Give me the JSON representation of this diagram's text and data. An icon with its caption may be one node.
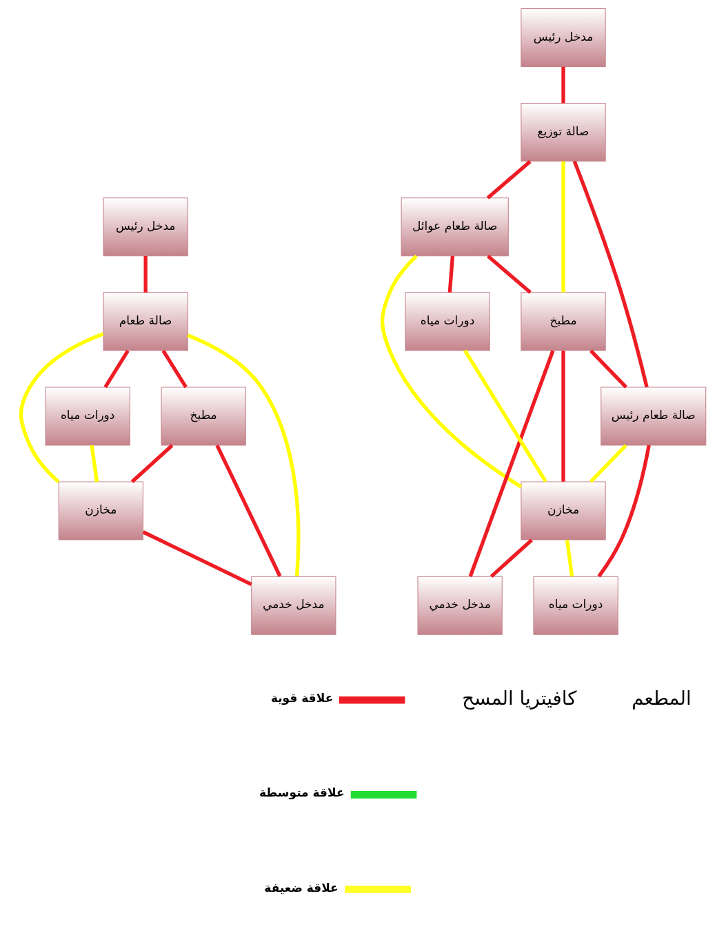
{
  "diagram": {
    "nodes": [
      {
        "text": [
          "مدخل رئيس"
        ]
      },
      {
        "text": [
          "صالة طعام"
        ]
      },
      {
        "text": [
          "دورات مياه"
        ]
      },
      {
        "text": [
          "مطبخ"
        ]
      },
      {
        "text": [
          "مخازن"
        ]
      },
      {
        "text": [
          "مدخل خدمي"
        ]
      },
      {
        "text": [
          "مدخل رئيس"
        ]
      },
      {
        "text": [
          "صالة توزيع"
        ]
      },
      {
        "text": [
          "صالة طعام عوائل"
        ]
      },
      {
        "text": [
          "مطبخ"
        ]
      },
      {
        "text": [
          "صالة طعام رئيس"
        ]
      },
      {
        "text": [
          "دورات مياه"
        ]
      },
      {
        "text": [
          "مخازن"
        ]
      },
      {
        "text": [
          "دورات مياه"
        ]
      },
      {
        "text": [
          "مدخل خدمي"
        ]
      }
    ],
    "edges": [
      {
        "from": 0,
        "to": 1,
        "arrow": "none"
      },
      {
        "from": 1,
        "to": 3,
        "arrow": "none"
      },
      {
        "from": 1,
        "to": 2,
        "arrow": "none"
      },
      {
        "from": 1,
        "to": 4,
        "arrow": "none",
        "color": "#ffff00"
      },
      {
        "from": 1,
        "to": 5,
        "arrow": "none",
        "color": "#ffff00"
      },
      {
        "from": 2,
        "to": 4,
        "arrow": "none",
        "color": "#ffff00"
      },
      {
        "from": 3,
        "to": 4,
        "arrow": "none"
      },
      {
        "from": 3,
        "to": 5,
        "arrow": "none"
      },
      {
        "from": 4,
        "to": 5,
        "arrow": "none"
      },
      {
        "from": 6,
        "to": 7,
        "arrow": "none"
      },
      {
        "from": 7,
        "to": 8,
        "arrow": "none"
      },
      {
        "from": 7,
        "to": 9,
        "arrow": "none",
        "color": "#ffff00"
      },
      {
        "from": 7,
        "to": 10,
        "arrow": "none"
      },
      {
        "from": 8,
        "to": 9,
        "arrow": "none"
      },
      {
        "from": 9,
        "to": 10,
        "arrow": "none"
      },
      {
        "from": 8,
        "to": 11,
        "arrow": "none"
      },
      {
        "from": 8,
        "to": 12,
        "arrow": "none",
        "color": "#ffff00"
      },
      {
        "from": 9,
        "to": 12,
        "arrow": "none"
      },
      {
        "from": 10,
        "to": 12,
        "arrow": "none",
        "color": "#ffff00"
      },
      {
        "from": 10,
        "to": 13,
        "arrow": "none"
      },
      {
        "from": 11,
        "to": 12,
        "arrow": "none",
        "color": "#ffff00"
      },
      {
        "from": 12,
        "to": 13,
        "arrow": "none",
        "color": "#ffff00"
      },
      {
        "from": 12,
        "to": 14,
        "arrow": "none"
      },
      {
        "from": 9,
        "to": 14,
        "arrow": "none"
      }
    ],
    "labels": [
      "كافيتريا المسح",
      "المطعم"
    ],
    "legend": [
      {
        "text": "علاقة قوية",
        "color": "#ee1c24"
      },
      {
        "text": "علاقة متوسطة",
        "color": "#22dd33"
      },
      {
        "text": "علاقة ضعيفة",
        "color": "#ffff22"
      }
    ]
  }
}
